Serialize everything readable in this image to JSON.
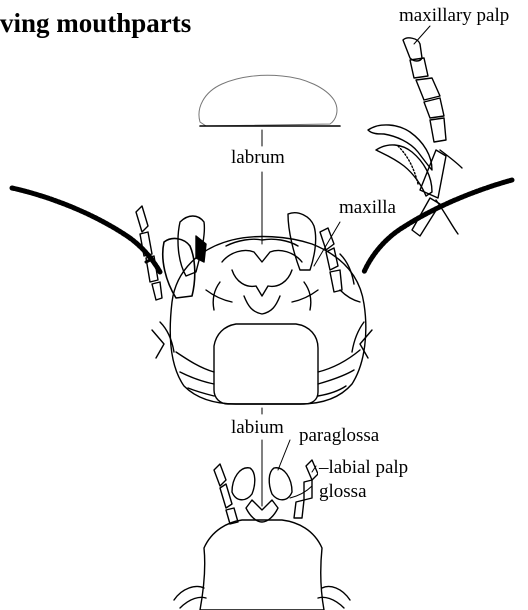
{
  "title": "ving mouthparts",
  "labels": {
    "maxillary_palp": "maxillary palp",
    "labrum": "labrum",
    "maxilla": "maxilla",
    "labium": "labium",
    "paraglossa": "paraglossa",
    "labial_palp": "labial palp",
    "glossa": "glossa"
  },
  "colors": {
    "ink": "#000000",
    "background": "#ffffff"
  }
}
